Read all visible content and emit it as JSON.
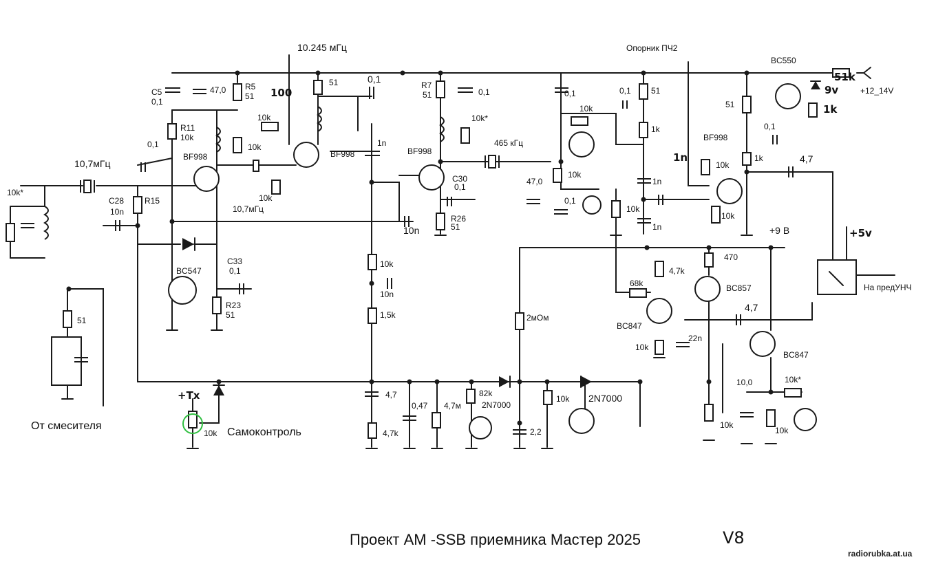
{
  "title": "Проект AM -SSB приемника Мастер 2025",
  "version": "V8",
  "watermark": "radiorubka.at.ua",
  "labels": {
    "lo_freq": "10.245 мГц",
    "ref_if2": "Опорник ПЧ2",
    "if_10_7": "10,7мГц",
    "if_10_7_b": "10,7мГц",
    "if_465": "465 кГц",
    "from_mixer": "От смесителя",
    "self_control": "Самоконтроль",
    "to_preamp": "На предУНЧ",
    "supply": "+12_14V",
    "plus9": "+9 В",
    "plus5": "+5v",
    "plus_tx": "+Tx",
    "v9": "9v",
    "r_51k": "51k",
    "r_1k_hw": "1k",
    "r_1n_hw": "1n",
    "c_100_hw": "100"
  },
  "transistors": {
    "q1": "BF998",
    "q2": "BF998",
    "q3": "BF998",
    "q4": "BF998",
    "q5": "BC547",
    "q6": "BC550",
    "q7": "BC857",
    "q8": "BC847",
    "q9": "BC847",
    "q10": "2N7000",
    "q11": "2N7000"
  },
  "components": [
    "C5",
    "0,1",
    "47,0",
    "R5",
    "51",
    "R11",
    "10k",
    "0,1",
    "10k",
    "10k",
    "51",
    "0,1",
    "R7",
    "51",
    "0,1",
    "10k*",
    "1n",
    "C30",
    "0,1",
    "R26",
    "51",
    "C28",
    "10n",
    "R15",
    "C33",
    "0,1",
    "R23",
    "51",
    "10k*",
    "51",
    "10k",
    "0,1",
    "10k",
    "47,0",
    "0,1",
    "10k",
    "1n",
    "1n",
    "10k",
    "0,1",
    "51",
    "1k",
    "51",
    "0,1",
    "1k",
    "10k",
    "10k",
    "4,7",
    "10k",
    "10n",
    "1,5k",
    "10n",
    "2мОм",
    "4,7k",
    "470",
    "68k",
    "22n",
    "10k",
    "4,7",
    "4,7",
    "4,7k",
    "0,47",
    "4,7м",
    "82k",
    "10k",
    "2,2",
    "10k",
    "10,0",
    "10k*",
    "10k",
    "10k"
  ]
}
